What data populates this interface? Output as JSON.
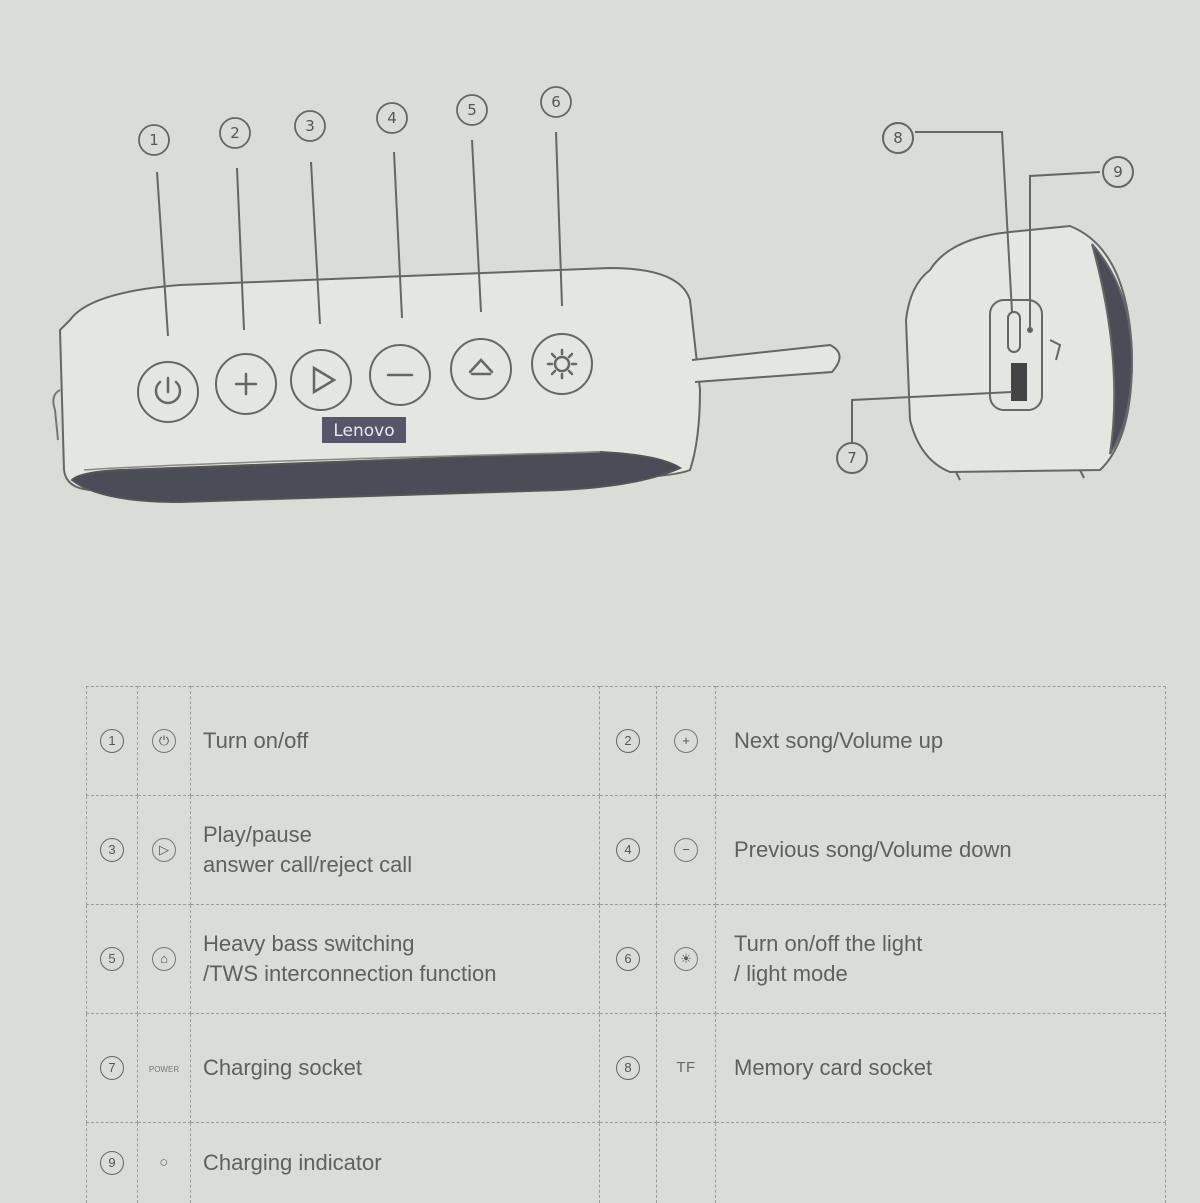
{
  "brand_label": "Lenovo",
  "callouts_top": [
    "1",
    "2",
    "3",
    "4",
    "5",
    "6"
  ],
  "callouts_side": [
    "8",
    "9",
    "7"
  ],
  "button_icons": [
    "power-icon",
    "plus-icon",
    "play-icon",
    "minus-icon",
    "home-icon",
    "sun-icon"
  ],
  "table": {
    "rows": [
      [
        {
          "num": "1",
          "icon": "⏻",
          "icon_name": "power-icon",
          "text": "Turn on/off"
        },
        {
          "num": "2",
          "icon": "+",
          "icon_name": "plus-icon",
          "text": "Next song/Volume up"
        }
      ],
      [
        {
          "num": "3",
          "icon": "▷",
          "icon_name": "play-icon",
          "text": "Play/pause\nanswer call/reject call"
        },
        {
          "num": "4",
          "icon": "−",
          "icon_name": "minus-icon",
          "text": "Previous song/Volume down"
        }
      ],
      [
        {
          "num": "5",
          "icon": "⌂",
          "icon_name": "home-icon",
          "text": "Heavy bass switching\n/TWS interconnection function"
        },
        {
          "num": "6",
          "icon": "☀",
          "icon_name": "sun-icon",
          "text": "Turn on/off the light\n/ light mode"
        }
      ],
      [
        {
          "num": "7",
          "icon": "POWER",
          "icon_name": "power-port-icon",
          "text": "Charging socket"
        },
        {
          "num": "8",
          "icon": "TF",
          "icon_name": "tf-card-icon",
          "text": "Memory card socket"
        }
      ],
      [
        {
          "num": "9",
          "icon": "○",
          "icon_name": "indicator-icon",
          "text": "Charging indicator"
        },
        {
          "num": "",
          "icon": "",
          "icon_name": "",
          "text": ""
        }
      ]
    ]
  },
  "colors": {
    "paper": "#d9dcd7",
    "ink": "#5c5f5c",
    "grille": "#4a4c58",
    "badge": "#55566a"
  }
}
